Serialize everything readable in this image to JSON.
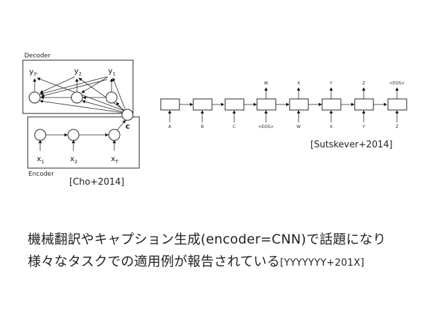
{
  "cho_diagram": {
    "decoder_label": "Decoder",
    "encoder_label": "Encoder",
    "context_label": "c",
    "decoder_outputs": [
      "y",
      "T'",
      "y",
      "2",
      "y",
      "1"
    ],
    "encoder_inputs": [
      "x",
      "1",
      "x",
      "2",
      "x",
      "T"
    ]
  },
  "sutskever_diagram": {
    "top_labels": [
      "W",
      "X",
      "Y",
      "Z",
      "<EOS>"
    ],
    "bottom_labels": [
      "A",
      "B",
      "C",
      "<EOS>",
      "W",
      "X",
      "Y",
      "Z"
    ]
  },
  "citations": {
    "sutskever": "[Sutskever+2014]",
    "cho": "[Cho+2014]"
  },
  "caption": {
    "line1": "機械翻訳やキャプション生成(encoder=CNN)で話題になり",
    "line2": "様々なタスクでの適用例が報告されている",
    "line2_cite": "[YYYYYYY+201X]"
  }
}
